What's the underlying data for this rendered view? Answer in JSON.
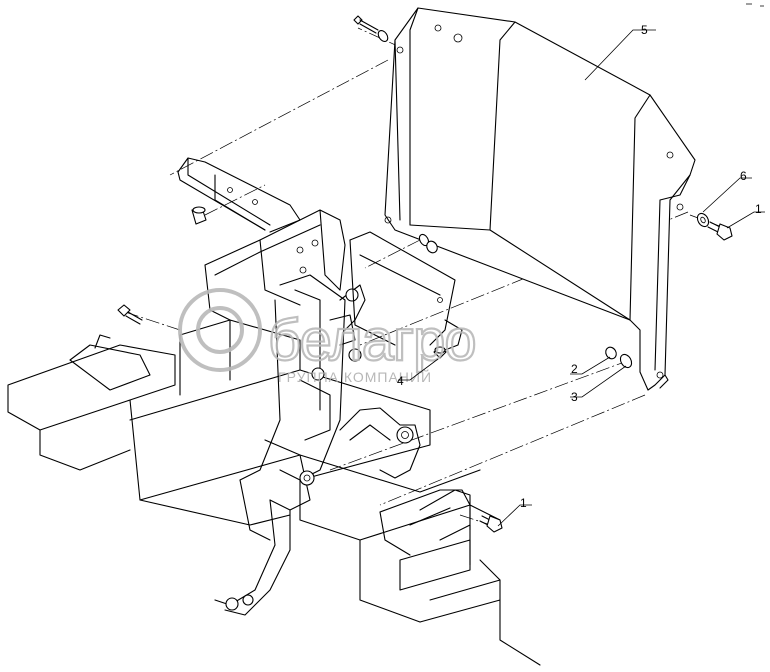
{
  "callouts": [
    {
      "id": "5",
      "label": "5"
    },
    {
      "id": "6",
      "label": "6"
    },
    {
      "id": "1a",
      "label": "1"
    },
    {
      "id": "2",
      "label": "2"
    },
    {
      "id": "4",
      "label": "4"
    },
    {
      "id": "3",
      "label": "3"
    },
    {
      "id": "1b",
      "label": "1"
    }
  ],
  "watermark": {
    "brand": "белагро",
    "tagline": "ГРУППА КОМПАНИЙ"
  }
}
